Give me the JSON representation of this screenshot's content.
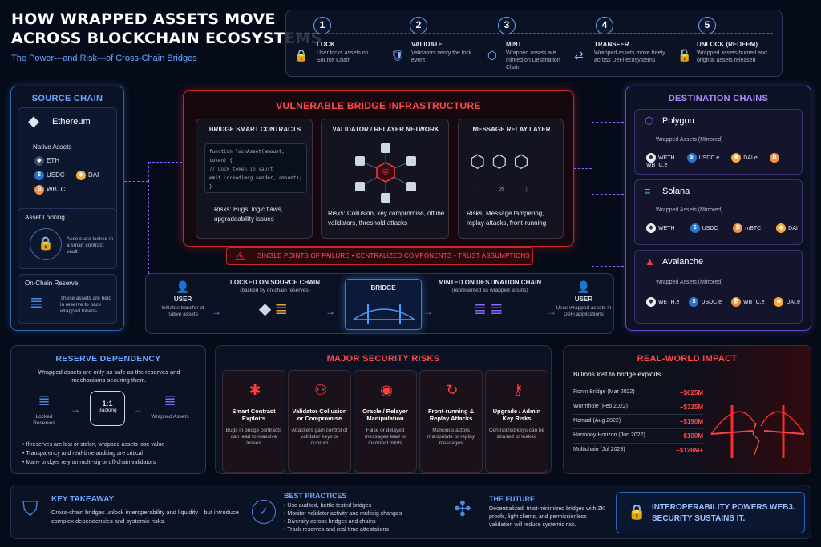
{
  "title_line1": "HOW WRAPPED ASSETS MOVE",
  "title_line2": "ACROSS BLOCKCHAIN ECOSYSTEMS",
  "subtitle": "The Power—and Risk—of Cross-Chain Bridges",
  "steps": [
    {
      "num": "1",
      "title": "LOCK",
      "desc": "User locks assets on Source Chain"
    },
    {
      "num": "2",
      "title": "VALIDATE",
      "desc": "Validators verify the lock event"
    },
    {
      "num": "3",
      "title": "MINT",
      "desc": "Wrapped assets are minted on Destination Chain"
    },
    {
      "num": "4",
      "title": "TRANSFER",
      "desc": "Wrapped assets move freely across DeFi ecosystems"
    },
    {
      "num": "5",
      "title": "UNLOCK (REDEEM)",
      "desc": "Wrapped assets burned and original assets released"
    }
  ],
  "source": {
    "heading": "SOURCE CHAIN",
    "chain": "Ethereum",
    "native_label": "Native Assets",
    "assets": [
      "ETH",
      "USDC",
      "DAI",
      "WBTC"
    ],
    "locking_title": "Asset Locking",
    "locking_desc": "Assets are locked in a smart contract vault",
    "reserve_title": "On-Chain Reserve",
    "reserve_desc": "These assets are held in reserve to back wrapped tokens"
  },
  "bridge": {
    "heading": "VULNERABLE BRIDGE INFRASTRUCTURE",
    "contracts_title": "BRIDGE SMART CONTRACTS",
    "code": [
      "function lockAsset(amount, token) {",
      "  // Lock token in vault",
      "  emit Locked(msg.sender, amount);",
      "}"
    ],
    "contracts_risk": "Risks: Bugs, logic flaws, upgradeability issues",
    "validator_title": "VALIDATOR / RELAYER NETWORK",
    "validator_risk": "Risks: Collusion, key compromise, offline validators, threshold attacks",
    "relay_title": "MESSAGE RELAY LAYER",
    "relay_risk": "Risks: Message tampering, replay attacks, front-running",
    "warning": "SINGLE POINTS OF FAILURE  •  CENTRALIZED COMPONENTS  •  TRUST ASSUMPTIONS"
  },
  "destination": {
    "heading": "DESTINATION CHAINS",
    "wrapped_label": "Wrapped Assets (Mirrored)",
    "chains": [
      {
        "name": "Polygon",
        "assets": [
          "WETH",
          "USDC.e",
          "DAI.e",
          "WBTC.e"
        ]
      },
      {
        "name": "Solana",
        "assets": [
          "WETH",
          "USDC",
          "mBTC",
          "DAI"
        ]
      },
      {
        "name": "Avalanche",
        "assets": [
          "WETH.e",
          "USDC.e",
          "WBTC.e",
          "DAI.e"
        ]
      }
    ]
  },
  "flow": {
    "user_left": "USER",
    "user_left_desc": "Initiates transfer of native assets",
    "locked_title": "LOCKED ON SOURCE CHAIN",
    "locked_sub": "(backed by on-chain reserves)",
    "bridge_label": "BRIDGE",
    "minted_title": "MINTED ON DESTINATION CHAIN",
    "minted_sub": "(represented as wrapped assets)",
    "user_right": "USER",
    "user_right_desc": "Uses wrapped assets in DeFi applications"
  },
  "reserve_dependency": {
    "heading": "RESERVE DEPENDENCY",
    "desc": "Wrapped assets are only as safe as the reserves and mechanisms securing them.",
    "locked": "Locked Reserves",
    "backing_ratio": "1:1",
    "backing_label": "Backing",
    "wrapped": "Wrapped Assets",
    "bullets": [
      "If reserves are lost or stolen, wrapped assets lose value",
      "Transparency and real-time auditing are critical",
      "Many bridges rely on multi-sig or off-chain validators"
    ]
  },
  "security": {
    "heading": "MAJOR SECURITY RISKS",
    "cards": [
      {
        "title": "Smart Contract Exploits",
        "desc": "Bugs in bridge contracts can lead to massive losses",
        "icon": "bug-icon"
      },
      {
        "title": "Validator Collusion or Compromise",
        "desc": "Attackers gain control of validator keys or quorum",
        "icon": "users-icon"
      },
      {
        "title": "Oracle / Relayer Manipulation",
        "desc": "False or delayed messages lead to incorrect mints",
        "icon": "eye-icon"
      },
      {
        "title": "Front-running & Replay Attacks",
        "desc": "Malicious actors manipulate or replay messages",
        "icon": "replay-icon"
      },
      {
        "title": "Upgrade / Admin Key Risks",
        "desc": "Centralized keys can be abused or leaked",
        "icon": "key-icon"
      }
    ]
  },
  "impact": {
    "heading": "REAL-WORLD IMPACT",
    "sub": "Billions lost to bridge exploits",
    "rows": [
      {
        "name": "Ronin Bridge (Mar 2022)",
        "value": "~$625M"
      },
      {
        "name": "Wormhole (Feb 2022)",
        "value": "~$325M"
      },
      {
        "name": "Nomad (Aug 2022)",
        "value": "~$190M"
      },
      {
        "name": "Harmony Horizon (Jun 2022)",
        "value": "~$100M"
      },
      {
        "name": "Multichain (Jul 2023)",
        "value": "~$126M+"
      }
    ]
  },
  "footer": {
    "takeaway_title": "KEY TAKEAWAY",
    "takeaway_desc": "Cross-chain bridges unlock interoperability and liquidity—but introduce complex dependencies and systemic risks.",
    "practices_title": "BEST PRACTICES",
    "practices": [
      "Use audited, battle-tested bridges",
      "Monitor validator activity and multisig changes",
      "Diversify across bridges and chains",
      "Track reserves and real-time attestations"
    ],
    "future_title": "THE FUTURE",
    "future_desc": "Decentralized, trust-minimized bridges with ZK proofs, light clients, and permissionless validation will reduce systemic risk.",
    "slogan_line1": "INTEROPERABILITY POWERS WEB3.",
    "slogan_line2": "SECURITY SUSTAINS IT."
  }
}
